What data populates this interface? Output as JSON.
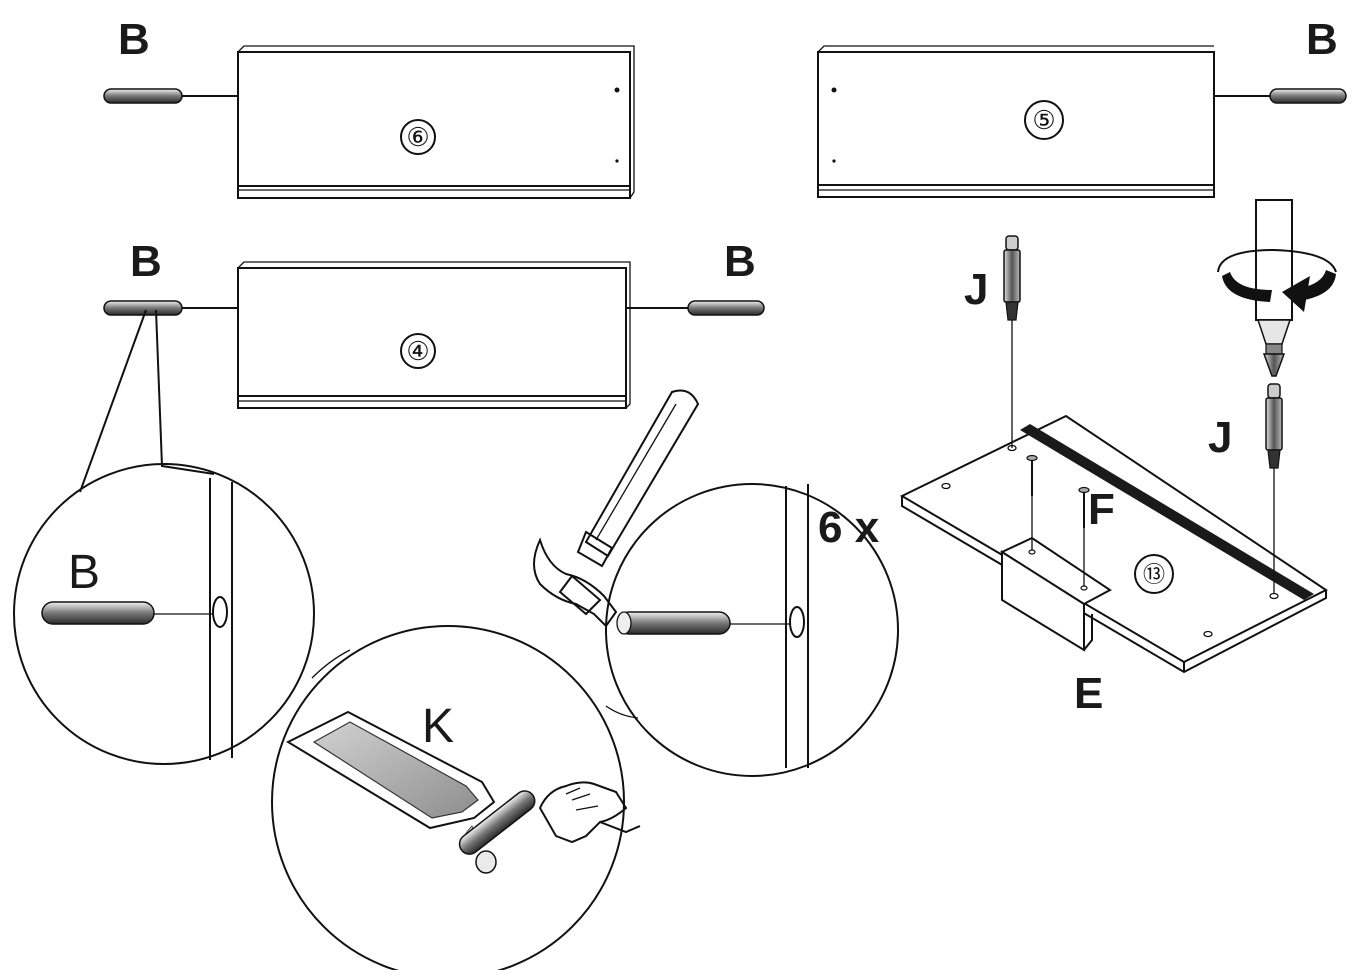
{
  "labels": {
    "dowel": "B",
    "cam_bolt": "J",
    "screw": "F",
    "bracket": "E",
    "glue": "K",
    "quantity": "6 x"
  },
  "parts": {
    "panel_top_left": "⑥",
    "panel_top_right": "⑤",
    "panel_middle": "④",
    "base_panel": "⑬"
  },
  "colors": {
    "line": "#111111",
    "groove": "#1a1a1a",
    "glue": "#b0b0b0",
    "rotation_arrow": "#111111"
  },
  "icons": [
    "hammer-icon",
    "screwdriver-icon",
    "rotation-arrow-icon",
    "glue-bottle-icon",
    "hand-icon"
  ]
}
